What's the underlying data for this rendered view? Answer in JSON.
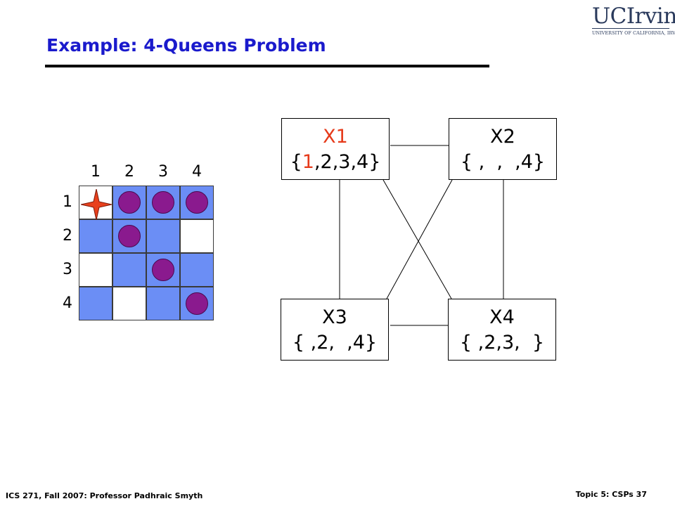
{
  "slide": {
    "title": "Example: 4-Queens Problem",
    "footer_left": "ICS 271, Fall 2007: Professor Padhraic Smyth",
    "footer_right": "Topic 5: CSPs 37"
  },
  "logo": {
    "main": "UCIrvine",
    "sub": "UNIVERSITY OF CALIFORNIA, IRVINE"
  },
  "board": {
    "columns": [
      "1",
      "2",
      "3",
      "4"
    ],
    "rows": [
      "1",
      "2",
      "3",
      "4"
    ],
    "cell_colors": [
      [
        "white",
        "blue",
        "blue",
        "blue"
      ],
      [
        "blue",
        "blue",
        "blue",
        "white"
      ],
      [
        "white",
        "blue",
        "blue",
        "blue"
      ],
      [
        "blue",
        "white",
        "blue",
        "blue"
      ]
    ],
    "queen_cells": [
      [
        0,
        1
      ],
      [
        0,
        2
      ],
      [
        0,
        3
      ],
      [
        1,
        1
      ],
      [
        2,
        2
      ],
      [
        3,
        3
      ]
    ],
    "cross_cell": [
      0,
      0
    ],
    "colors": {
      "blue": "#6b8ef5",
      "queen": "#8a1a8e",
      "cross": "#e8401c"
    }
  },
  "graph": {
    "x1": {
      "name": "X1",
      "domain_open": "{",
      "domain_highlight": "1",
      "domain_rest": ",2,3,4}"
    },
    "x2": {
      "name": "X2",
      "domain": "{ ,  ,  ,4}"
    },
    "x3": {
      "name": "X3",
      "domain": "{ ,2,  ,4}"
    },
    "x4": {
      "name": "X4",
      "domain": "{ ,2,3,  }"
    }
  }
}
